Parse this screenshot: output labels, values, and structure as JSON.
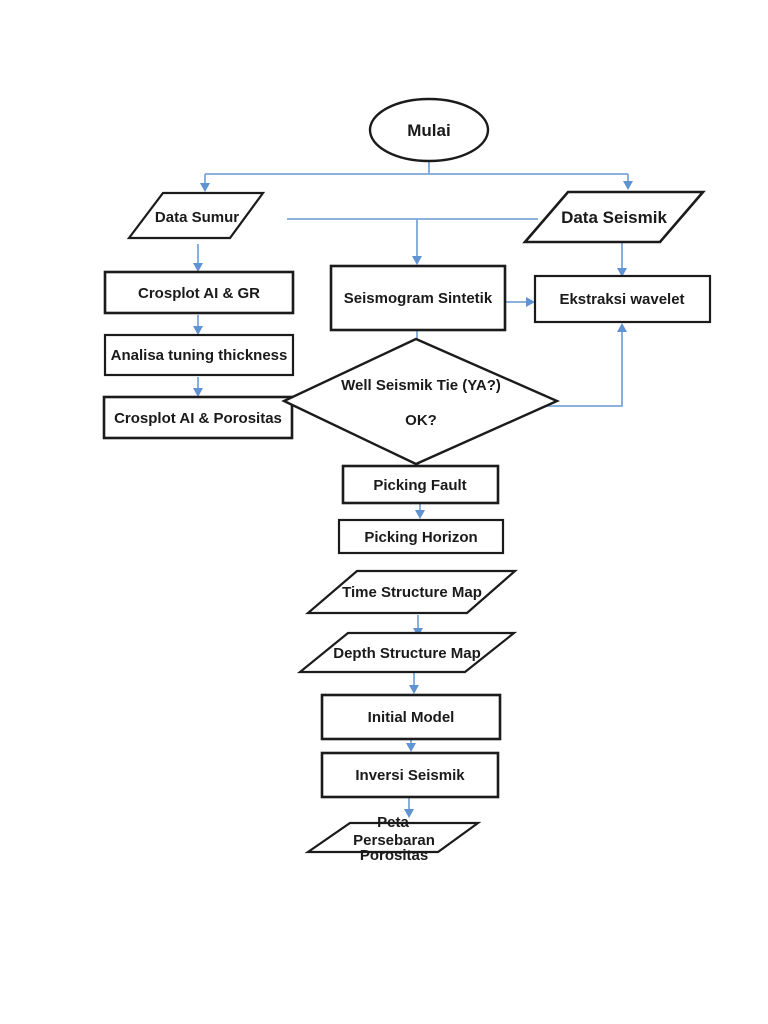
{
  "page": {
    "background": "#ffffff",
    "kind": "flowchart"
  },
  "colors": {
    "connector_blue": "#7ba6da",
    "arrowhead_blue": "#5f93d1",
    "shape_outline": "#1b1b1b",
    "shape_fill": "#ffffff",
    "text": "#1a1a1a"
  },
  "flowchart": {
    "nodes": {
      "mulai": {
        "type": "terminator",
        "label": "Mulai"
      },
      "data_sumur": {
        "type": "parallelogram",
        "label": "Data Sumur"
      },
      "data_seismik": {
        "type": "parallelogram",
        "label": "Data Seismik"
      },
      "crosplot_ai_gr": {
        "type": "process",
        "label": "Crosplot AI & GR"
      },
      "seismogram_sintetik": {
        "type": "process",
        "label": "Seismogram Sintetik"
      },
      "ekstraksi_wavelet": {
        "type": "process",
        "label": "Ekstraksi wavelet"
      },
      "analisa_tuning_thickness": {
        "type": "process",
        "label": "Analisa tuning thickness"
      },
      "crosplot_ai_porositas": {
        "type": "process",
        "label": "Crosplot AI & Porositas"
      },
      "well_seismik_tie": {
        "type": "decision",
        "label_line1": "Well Seismik Tie (YA?)",
        "label_line2": "OK?"
      },
      "picking_fault": {
        "type": "process",
        "label": "Picking Fault"
      },
      "picking_horizon": {
        "type": "process",
        "label": "Picking Horizon"
      },
      "time_structure_map": {
        "type": "parallelogram",
        "label": "Time Structure Map"
      },
      "depth_structure_map": {
        "type": "parallelogram",
        "label": "Depth Structure Map"
      },
      "initial_model": {
        "type": "process",
        "label": "Initial Model"
      },
      "inversi_seismik": {
        "type": "process",
        "label": "Inversi Seismik"
      },
      "peta_persebaran_porositas": {
        "type": "parallelogram",
        "label_line1": "Peta",
        "label_line2": "Persebaran",
        "label_line3": "Porositas"
      }
    }
  }
}
